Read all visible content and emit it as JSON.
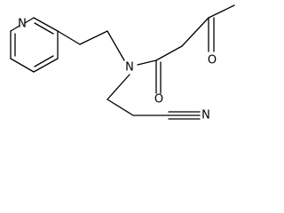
{
  "molecule": {
    "atoms": {
      "pyridine_n": "N",
      "amide_n": "N",
      "amide_o": "O",
      "ketone_o": "O",
      "nitrile_n": "N"
    }
  }
}
